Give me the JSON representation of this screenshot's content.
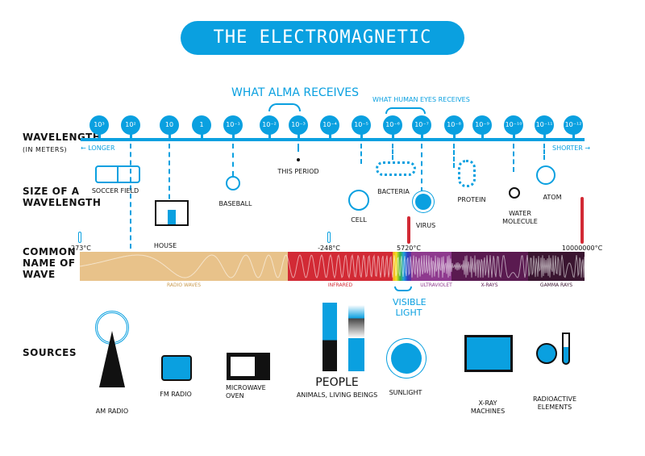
{
  "title": "The Electromagnetic Spectrum",
  "header": {
    "alma": "What ALMA receives",
    "eyes": "What human eyes receives"
  },
  "rows": {
    "wavelength": "Wavelength",
    "wavelength_sub": "(in meters)",
    "size": "Size of a wavelength",
    "name": "Common name of wave",
    "sources": "Sources"
  },
  "direction": {
    "longer": "Longer",
    "shorter": "Shorter"
  },
  "wavelengths": [
    "10³",
    "10²",
    "10",
    "1",
    "10⁻¹",
    "10⁻²",
    "10⁻³",
    "10⁻⁴",
    "10⁻⁵",
    "10⁻⁶",
    "10⁻⁷",
    "10⁻⁸",
    "10⁻⁹",
    "10⁻¹⁰",
    "10⁻¹¹",
    "10⁻¹²"
  ],
  "sizes": [
    "Soccer field",
    "House",
    "Baseball",
    "This period",
    "Cell",
    "Bacteria",
    "Virus",
    "Protein",
    "Water molecule",
    "Atom"
  ],
  "temperatures": [
    "-273°C",
    "-248°C",
    "5720°C",
    "10000000°C"
  ],
  "waves": [
    "Radio waves",
    "Infrared",
    "Ultraviolet",
    "X-rays",
    "Gamma rays"
  ],
  "visible": "Visible light",
  "sources": [
    "AM Radio",
    "FM Radio",
    "Microwave oven",
    "People",
    "Animals, living beings",
    "Sunlight",
    "X-ray machines",
    "Radioactive elements"
  ],
  "colors": {
    "accent": "#0aa0e0",
    "radio": "#e8c28a",
    "infrared": "#d22a35",
    "uv": "#8e3a8e",
    "xray": "#5a1a50",
    "gamma": "#3a1530"
  }
}
